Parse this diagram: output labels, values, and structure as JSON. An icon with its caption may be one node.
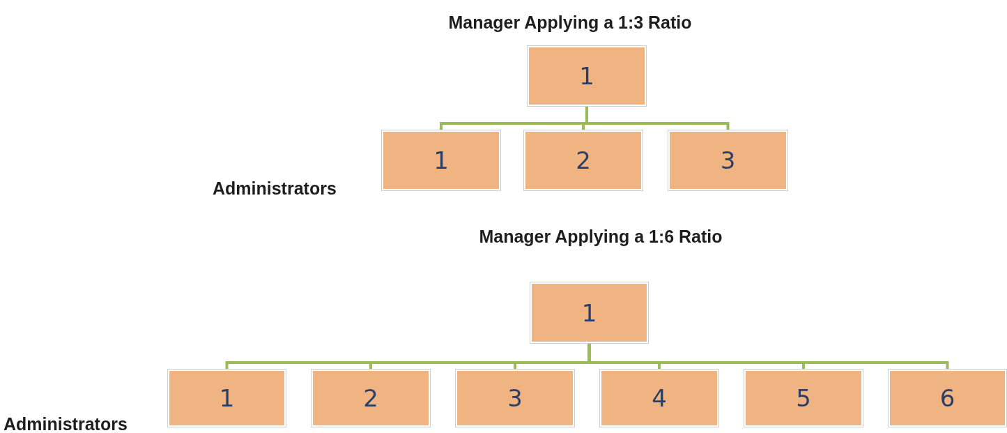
{
  "diagram": {
    "nodes": [
      {
        "text": [
          "1"
        ]
      },
      {
        "text": [
          "1"
        ]
      },
      {
        "text": [
          "2"
        ]
      },
      {
        "text": [
          "3"
        ]
      },
      {
        "text": [
          "1"
        ]
      },
      {
        "text": [
          "1"
        ]
      },
      {
        "text": [
          "2"
        ]
      },
      {
        "text": [
          "3"
        ]
      },
      {
        "text": [
          "4"
        ]
      },
      {
        "text": [
          "5"
        ]
      },
      {
        "text": [
          "6"
        ]
      }
    ],
    "edges": [
      {
        "from": 0,
        "to": 1,
        "arrow": "none"
      },
      {
        "from": 0,
        "to": 2,
        "arrow": "none"
      },
      {
        "from": 0,
        "to": 3,
        "arrow": "none"
      },
      {
        "from": 4,
        "to": 5,
        "arrow": "none"
      },
      {
        "from": 4,
        "to": 6,
        "arrow": "none"
      },
      {
        "from": 4,
        "to": 7,
        "arrow": "none"
      },
      {
        "from": 4,
        "to": 8,
        "arrow": "none"
      },
      {
        "from": 4,
        "to": 9,
        "arrow": "none"
      },
      {
        "from": 4,
        "to": 10,
        "arrow": "none"
      }
    ],
    "labels": [
      "Manager Applying a 1:3 Ratio",
      "Administrators",
      "Manager Applying a 1:6 Ratio",
      "Administrators"
    ]
  }
}
